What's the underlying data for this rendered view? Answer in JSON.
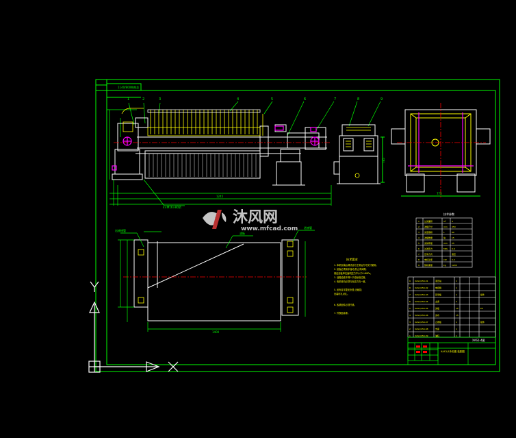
{
  "title_block": {
    "drawing_no": "XAS1-4图",
    "header_left": "1140/800构构总",
    "title_small": "XAS1/1外形图-装配图"
  },
  "dimensions": {
    "bottom_total": "1245",
    "stand_height": "785",
    "elevation_view_width": "775",
    "plate_length": "1400",
    "hole_spec": "4×M16×80吊",
    "left_label": "出液接管",
    "right_label": "进液管",
    "center_label": "滤板"
  },
  "part_numbers": [
    "1",
    "2",
    "3",
    "4",
    "5",
    "6",
    "7",
    "8",
    "9"
  ],
  "notes": {
    "title": "技术要求",
    "lines": [
      "1. 本机安装后调试运行正常后方可交付使用。",
      "2. 滤板必须用手摇动,防止有间隙;",
      "   保证滤板单位面积压力不小于0.6MPa。",
      "3. 油箱油液不得少于油标线位置。",
      "4. 电机转向必须与标志方向一致。",
      "5. 滤布应平整无折叠,无破损;",
      "   安装时孔对孔。",
      "6. 各紧固件必须拧紧。",
      "7. 外表面涂漆。"
    ]
  },
  "param_table": {
    "title": "技术参数",
    "rows": [
      [
        "1",
        "过滤面积",
        "m²",
        "4"
      ],
      [
        "2",
        "滤板尺寸",
        "mm",
        "450"
      ],
      [
        "3",
        "滤室容积",
        "L",
        "60"
      ],
      [
        "4",
        "滤板数量",
        "块",
        "15"
      ],
      [
        "5",
        "滤饼厚度",
        "mm",
        "25"
      ],
      [
        "6",
        "过滤压力",
        "MPa",
        "0.6"
      ],
      [
        "7",
        "压紧方式",
        "",
        "液压"
      ],
      [
        "8",
        "电机功率",
        "kW",
        "2.2"
      ],
      [
        "9",
        "整机重量",
        "kg",
        "1200"
      ]
    ]
  },
  "bom_table": {
    "rows": [
      [
        "9",
        "XAS1/450-01",
        "液压站",
        "1",
        "",
        ""
      ],
      [
        "8",
        "XAS1/450-02",
        "电控箱",
        "1",
        "",
        ""
      ],
      [
        "7",
        "XAS1/450-03",
        "压紧板",
        "1",
        "",
        "组件"
      ],
      [
        "6",
        "XAS1/450-04",
        "主梁",
        "2",
        "",
        ""
      ],
      [
        "5",
        "XAS1/450-05",
        "滤板",
        "15",
        "",
        "PP"
      ],
      [
        "4",
        "XAS1/450-06",
        "滤布",
        "15",
        "",
        ""
      ],
      [
        "3",
        "XAS1/450-07",
        "止推板",
        "1",
        "",
        "组件"
      ],
      [
        "2",
        "XAS1/450-08",
        "支座",
        "1",
        "",
        ""
      ],
      [
        "1",
        "XAS1/450-09",
        "油缸",
        "1",
        "",
        ""
      ]
    ]
  },
  "watermark": {
    "brand": "沐风网",
    "url": "www.mfcad.com"
  },
  "colors": {
    "background": "#000000",
    "frame": "#00ff00",
    "outline": "#ffffff",
    "plates": "#ffff00",
    "accent": "#ff00ff",
    "center": "#ff0000",
    "cyan": "#00ffff",
    "ucs": "#ffffff"
  }
}
